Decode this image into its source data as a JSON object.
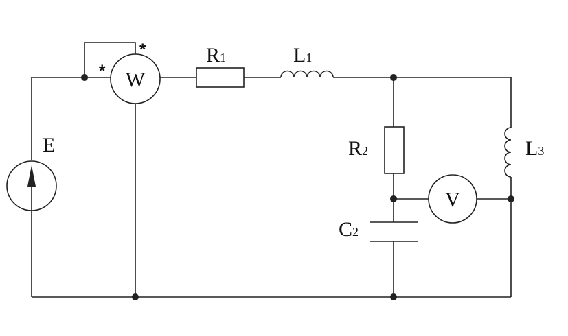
{
  "colors": {
    "line": "#222222",
    "background": "#ffffff"
  },
  "labels": {
    "source": {
      "main": "E",
      "sub": ""
    },
    "wattmeter": {
      "main": "W",
      "sub": ""
    },
    "voltmeter": {
      "main": "V",
      "sub": ""
    },
    "r1": {
      "main": "R",
      "sub": "1"
    },
    "l1": {
      "main": "L",
      "sub": "1"
    },
    "r2": {
      "main": "R",
      "sub": "2"
    },
    "c2": {
      "main": "C",
      "sub": "2"
    },
    "l3": {
      "main": "L",
      "sub": "3"
    },
    "star_mark": "*"
  },
  "icons": {
    "source": "voltage-source-icon",
    "wattmeter": "wattmeter-icon",
    "voltmeter": "voltmeter-icon",
    "resistor": "resistor-icon",
    "inductor": "inductor-icon",
    "capacitor": "capacitor-icon"
  }
}
